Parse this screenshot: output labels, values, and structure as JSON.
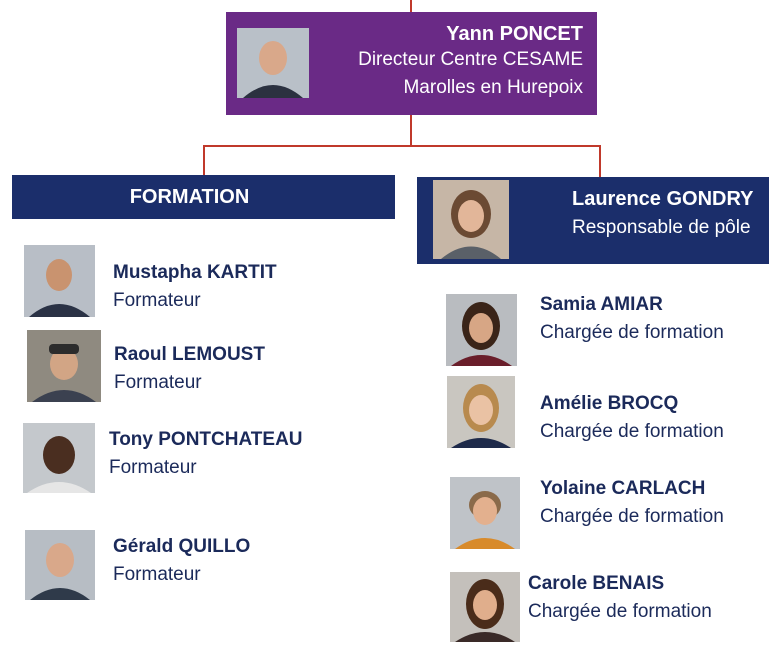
{
  "director": {
    "name": "Yann PONCET",
    "title": "Directeur Centre CESAME",
    "location": "Marolles en Hurepoix"
  },
  "formation": {
    "header": "FORMATION",
    "members": [
      {
        "name": "Mustapha KARTIT",
        "role": "Formateur"
      },
      {
        "name": "Raoul LEMOUST",
        "role": "Formateur"
      },
      {
        "name": "Tony PONTCHATEAU",
        "role": "Formateur"
      },
      {
        "name": "Gérald QUILLO",
        "role": "Formateur"
      }
    ]
  },
  "responsable": {
    "name": "Laurence GONDRY",
    "role": "Responsable de pôle",
    "members": [
      {
        "name": "Samia AMIAR",
        "role": "Chargée de formation"
      },
      {
        "name": "Amélie BROCQ",
        "role": "Chargée de formation"
      },
      {
        "name": "Yolaine CARLACH",
        "role": "Chargée de formation"
      },
      {
        "name": "Carole BENAIS",
        "role": "Chargée de formation"
      }
    ]
  },
  "colors": {
    "director_box": "#6a2a86",
    "section_box": "#1b2e6b",
    "connector": "#c0392b",
    "name_text": "#1b2a5a"
  }
}
